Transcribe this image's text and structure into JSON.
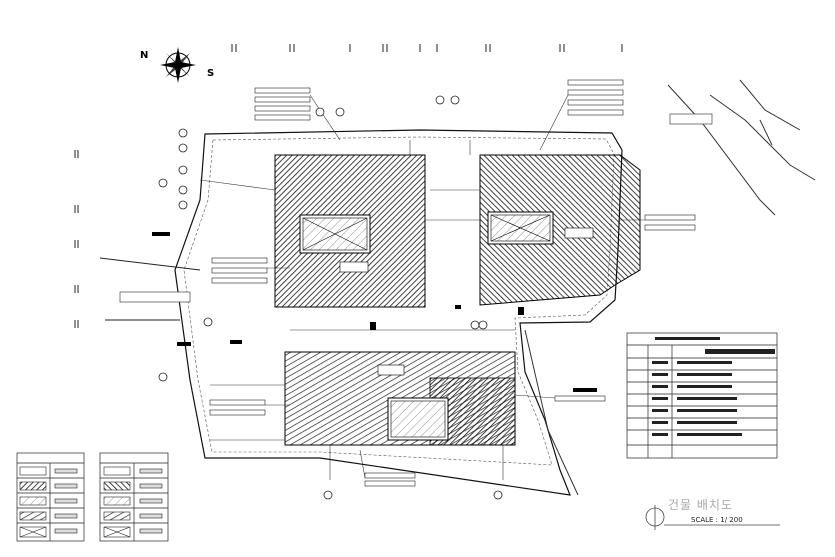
{
  "compass": {
    "north": "N",
    "south": "S"
  },
  "title_block": {
    "title": "건물 배치도",
    "scale": "SCALE : 1/ 200"
  },
  "tag_strips": {
    "count": 18
  },
  "legend_tables": {
    "rows_each": 6,
    "tables": 2
  },
  "info_table": {
    "rows": 8
  }
}
